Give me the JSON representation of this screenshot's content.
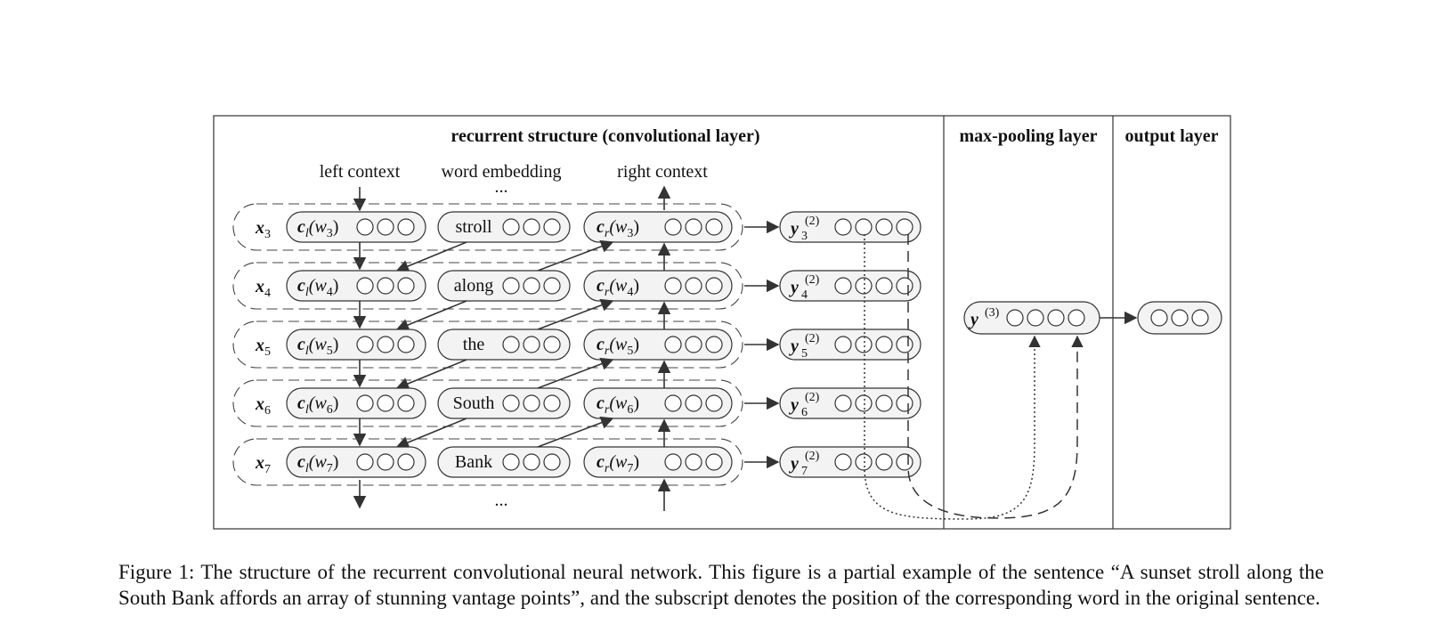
{
  "figure": {
    "headers": {
      "recurrent": "recurrent structure (convolutional layer)",
      "maxpool": "max-pooling layer",
      "output": "output layer"
    },
    "column_labels": {
      "left_context": "left context",
      "word_embedding": "word embedding",
      "right_context": "right context"
    },
    "ellipsis": "...",
    "rows": [
      {
        "x_label": "x",
        "index": "3",
        "word": "stroll"
      },
      {
        "x_label": "x",
        "index": "4",
        "word": "along"
      },
      {
        "x_label": "x",
        "index": "5",
        "word": "the"
      },
      {
        "x_label": "x",
        "index": "6",
        "word": "South"
      },
      {
        "x_label": "x",
        "index": "7",
        "word": "Bank"
      }
    ],
    "left_context_fn": {
      "c": "c",
      "sub": "l",
      "w": "w"
    },
    "right_context_fn": {
      "c": "c",
      "sub": "r",
      "w": "w"
    },
    "y2_label": {
      "y": "y",
      "sup": "(2)"
    },
    "y3_label": {
      "y": "y",
      "sup": "(3)"
    }
  },
  "caption": "Figure 1: The structure of the recurrent convolutional neural network. This figure is a partial example of the sentence “A sunset stroll along the South Bank affords an array of stunning vantage points”, and the subscript denotes the position of the corresponding word in the original sentence."
}
